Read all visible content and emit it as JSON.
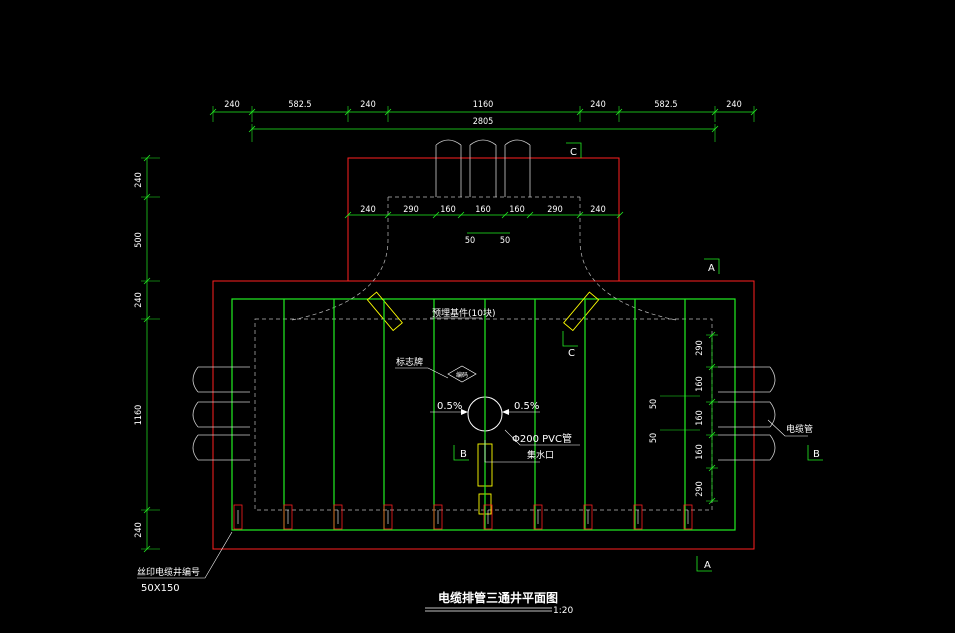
{
  "dims_top": [
    "240",
    "582.5",
    "240",
    "1160",
    "240",
    "582.5",
    "240"
  ],
  "dim_total": "2805",
  "dims_neck": [
    "240",
    "290",
    "160",
    "160",
    "160",
    "290",
    "240"
  ],
  "dims_neck_sub": [
    "50",
    "50"
  ],
  "dims_left": [
    "240",
    "500",
    "240",
    "1160",
    "240"
  ],
  "dims_right": [
    "290",
    "160",
    "160",
    "160",
    "290"
  ],
  "dims_right_small": [
    "50",
    "50"
  ],
  "section_markers": [
    "C",
    "C",
    "A",
    "A",
    "B",
    "B"
  ],
  "labels": {
    "embedded_part": "预埋基件(10块)",
    "marker": "标志牌",
    "marker_box": "编码",
    "slope_left": "0.5%",
    "slope_right": "0.5%",
    "pipe": "Φ200 PVC管",
    "sump": "集水口",
    "cable_pipe": "电缆管",
    "cable_no": "丝印电缆井编号",
    "cable_size": "50X150"
  },
  "title": "电缆排管三通井平面图",
  "scale": "1:20",
  "colors": {
    "outline": "#ff2020",
    "interior": "#22ee22",
    "dimension": "#22ee22",
    "marker": "#ffff00",
    "hidden": "#bbbbbb",
    "text": "#ffffff"
  }
}
